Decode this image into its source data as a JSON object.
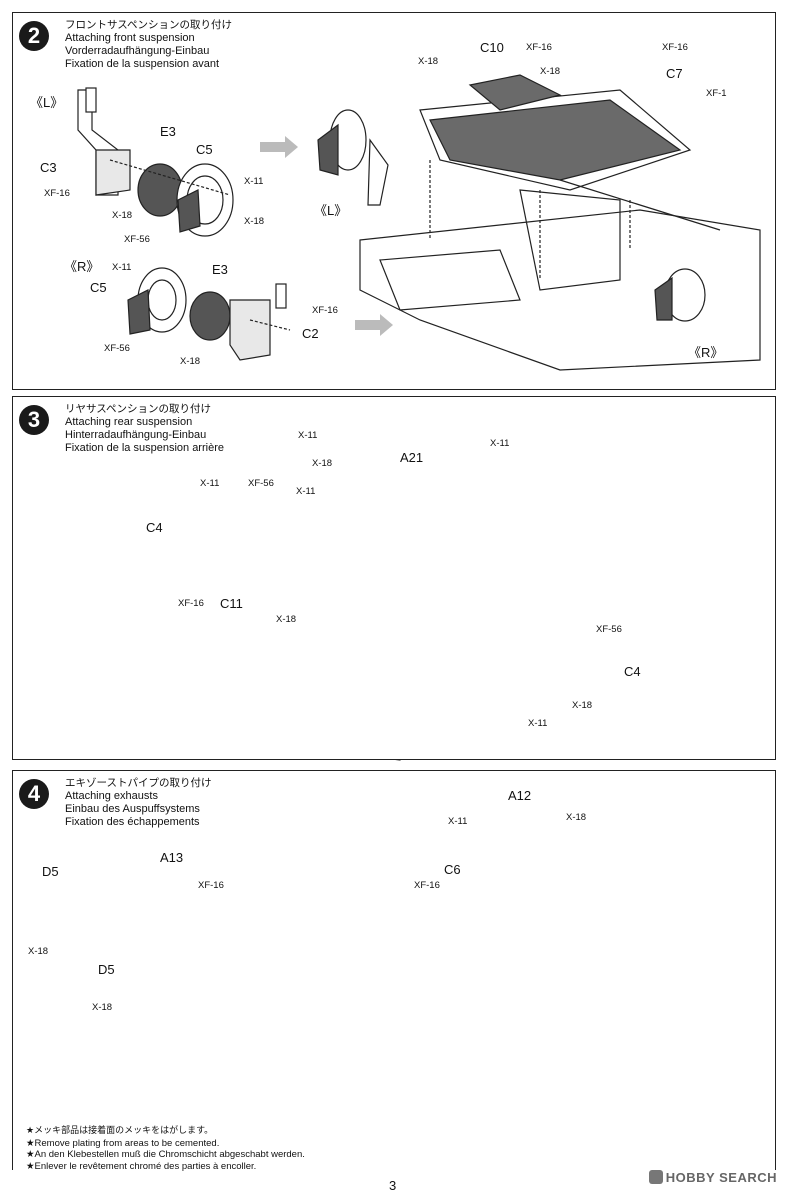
{
  "steps": [
    {
      "number": "2",
      "title_jp": "フロントサスペンションの取り付け",
      "title_en": "Attaching front suspension",
      "title_de": "Vorderradaufhängung-Einbau",
      "title_fr": "Fixation de la suspension avant",
      "labels": {
        "L_top": "《L》",
        "E3_a": "E3",
        "C5_a": "C5",
        "C3": "C3",
        "XF16_a": "XF-16",
        "X11_a": "X-11",
        "X18_a": "X-18",
        "XF56_a": "XF-56",
        "X18_b": "X-18",
        "R": "《R》",
        "X11_b": "X-11",
        "E3_b": "E3",
        "C5_b": "C5",
        "XF16_b": "XF-16",
        "C2": "C2",
        "XF56_b": "XF-56",
        "X18_c": "X-18",
        "C10": "C10",
        "XF16_c": "XF-16",
        "X18_d": "X-18",
        "X18_e": "X-18",
        "XF16_d": "XF-16",
        "C7": "C7",
        "XF1": "XF-1",
        "L_mid": "《L》",
        "R_right": "《R》"
      }
    },
    {
      "number": "3",
      "title_jp": "リヤサスペンションの取り付け",
      "title_en": "Attaching rear suspension",
      "title_de": "Hinterradaufhängung-Einbau",
      "title_fr": "Fixation de la suspension arrière",
      "labels": {
        "X11_a": "X-11",
        "X18_a": "X-18",
        "A21": "A21",
        "X11_b": "X-11",
        "X11_c": "X-11",
        "X11_d": "X-11",
        "XF56_a": "XF-56",
        "C4_a": "C4",
        "XF16": "XF-16",
        "C11": "C11",
        "X18_b": "X-18",
        "XF56_b": "XF-56",
        "C4_b": "C4",
        "X18_c": "X-18",
        "X11_e": "X-11"
      }
    },
    {
      "number": "4",
      "title_jp": "エキゾーストパイプの取り付け",
      "title_en": "Attaching exhausts",
      "title_de": "Einbau des Auspuffsystems",
      "title_fr": "Fixation des échappements",
      "labels": {
        "A12": "A12",
        "X11": "X-11",
        "X18_a": "X-18",
        "D5_a": "D5",
        "A13": "A13",
        "XF16_a": "XF-16",
        "X18_b": "X-18",
        "D5_b": "D5",
        "X18_c": "X-18",
        "C6": "C6",
        "XF16_b": "XF-16"
      }
    }
  ],
  "notes": [
    "★メッキ部品は接着面のメッキをはがします。",
    "★Remove plating from areas to be cemented.",
    "★An den Klebestellen muß die Chromschicht abgeschabt werden.",
    "★Enlever le revêtement chromé des parties à encoller."
  ],
  "page_number": "3",
  "watermark": "HOBBY SEARCH"
}
